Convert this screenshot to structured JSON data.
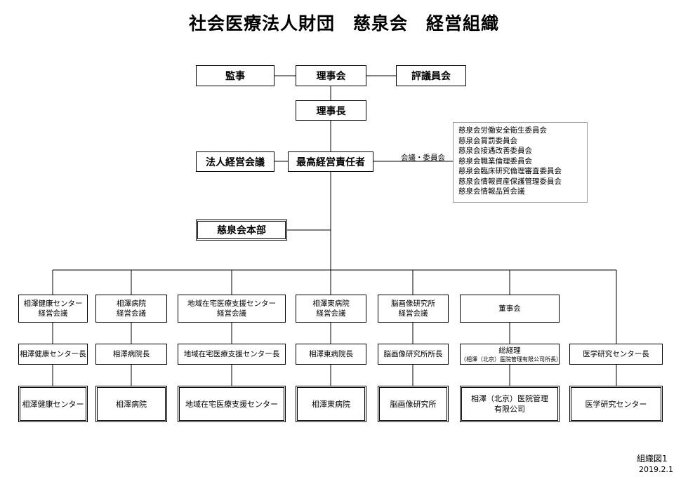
{
  "title": "社会医療法人財団　慈泉会　経営組織",
  "top": {
    "auditor": "監事",
    "board": "理事会",
    "councilors": "評議員会",
    "chairman": "理事長",
    "corporate_meeting": "法人経営会議",
    "ceo": "最高経営責任者",
    "meetings_label": "会議・委員会",
    "hq": "慈泉会本部"
  },
  "committees": [
    "慈泉会労働安全衛生委員会",
    "慈泉会賞罰委員会",
    "慈泉会接遇改善委員会",
    "慈泉会職業倫理委員会",
    "慈泉会臨床研究倫理審査委員会",
    "慈泉会情報資産保護管理委員会",
    "慈泉会情報品質会議"
  ],
  "units": [
    {
      "meeting": "相澤健康センター\n経営会議",
      "head": "相澤健康センター長",
      "head_sub": "",
      "unit": "相澤健康センター"
    },
    {
      "meeting": "相澤病院\n経営会議",
      "head": "相澤病院長",
      "head_sub": "",
      "unit": "相澤病院"
    },
    {
      "meeting": "地域在宅医療支援センター\n経営会議",
      "head": "地域在宅医療支援センター長",
      "head_sub": "",
      "unit": "地域在宅医療支援センター"
    },
    {
      "meeting": "相澤東病院\n経営会議",
      "head": "相澤東病院長",
      "head_sub": "",
      "unit": "相澤東病院"
    },
    {
      "meeting": "脳画像研究所\n経営会議",
      "head": "脳画像研究所所長",
      "head_sub": "",
      "unit": "脳画像研究所"
    },
    {
      "meeting": "董事会",
      "head": "総経理",
      "head_sub": "（相澤（北京）医院管理有限公司所長）",
      "unit": "相澤（北京）医院管理\n有限公司"
    },
    {
      "meeting": "",
      "head": "医学研究センター長",
      "head_sub": "",
      "unit": "医学研究センター"
    }
  ],
  "footer": {
    "figure": "組織図1",
    "date": "2019.2.1"
  }
}
